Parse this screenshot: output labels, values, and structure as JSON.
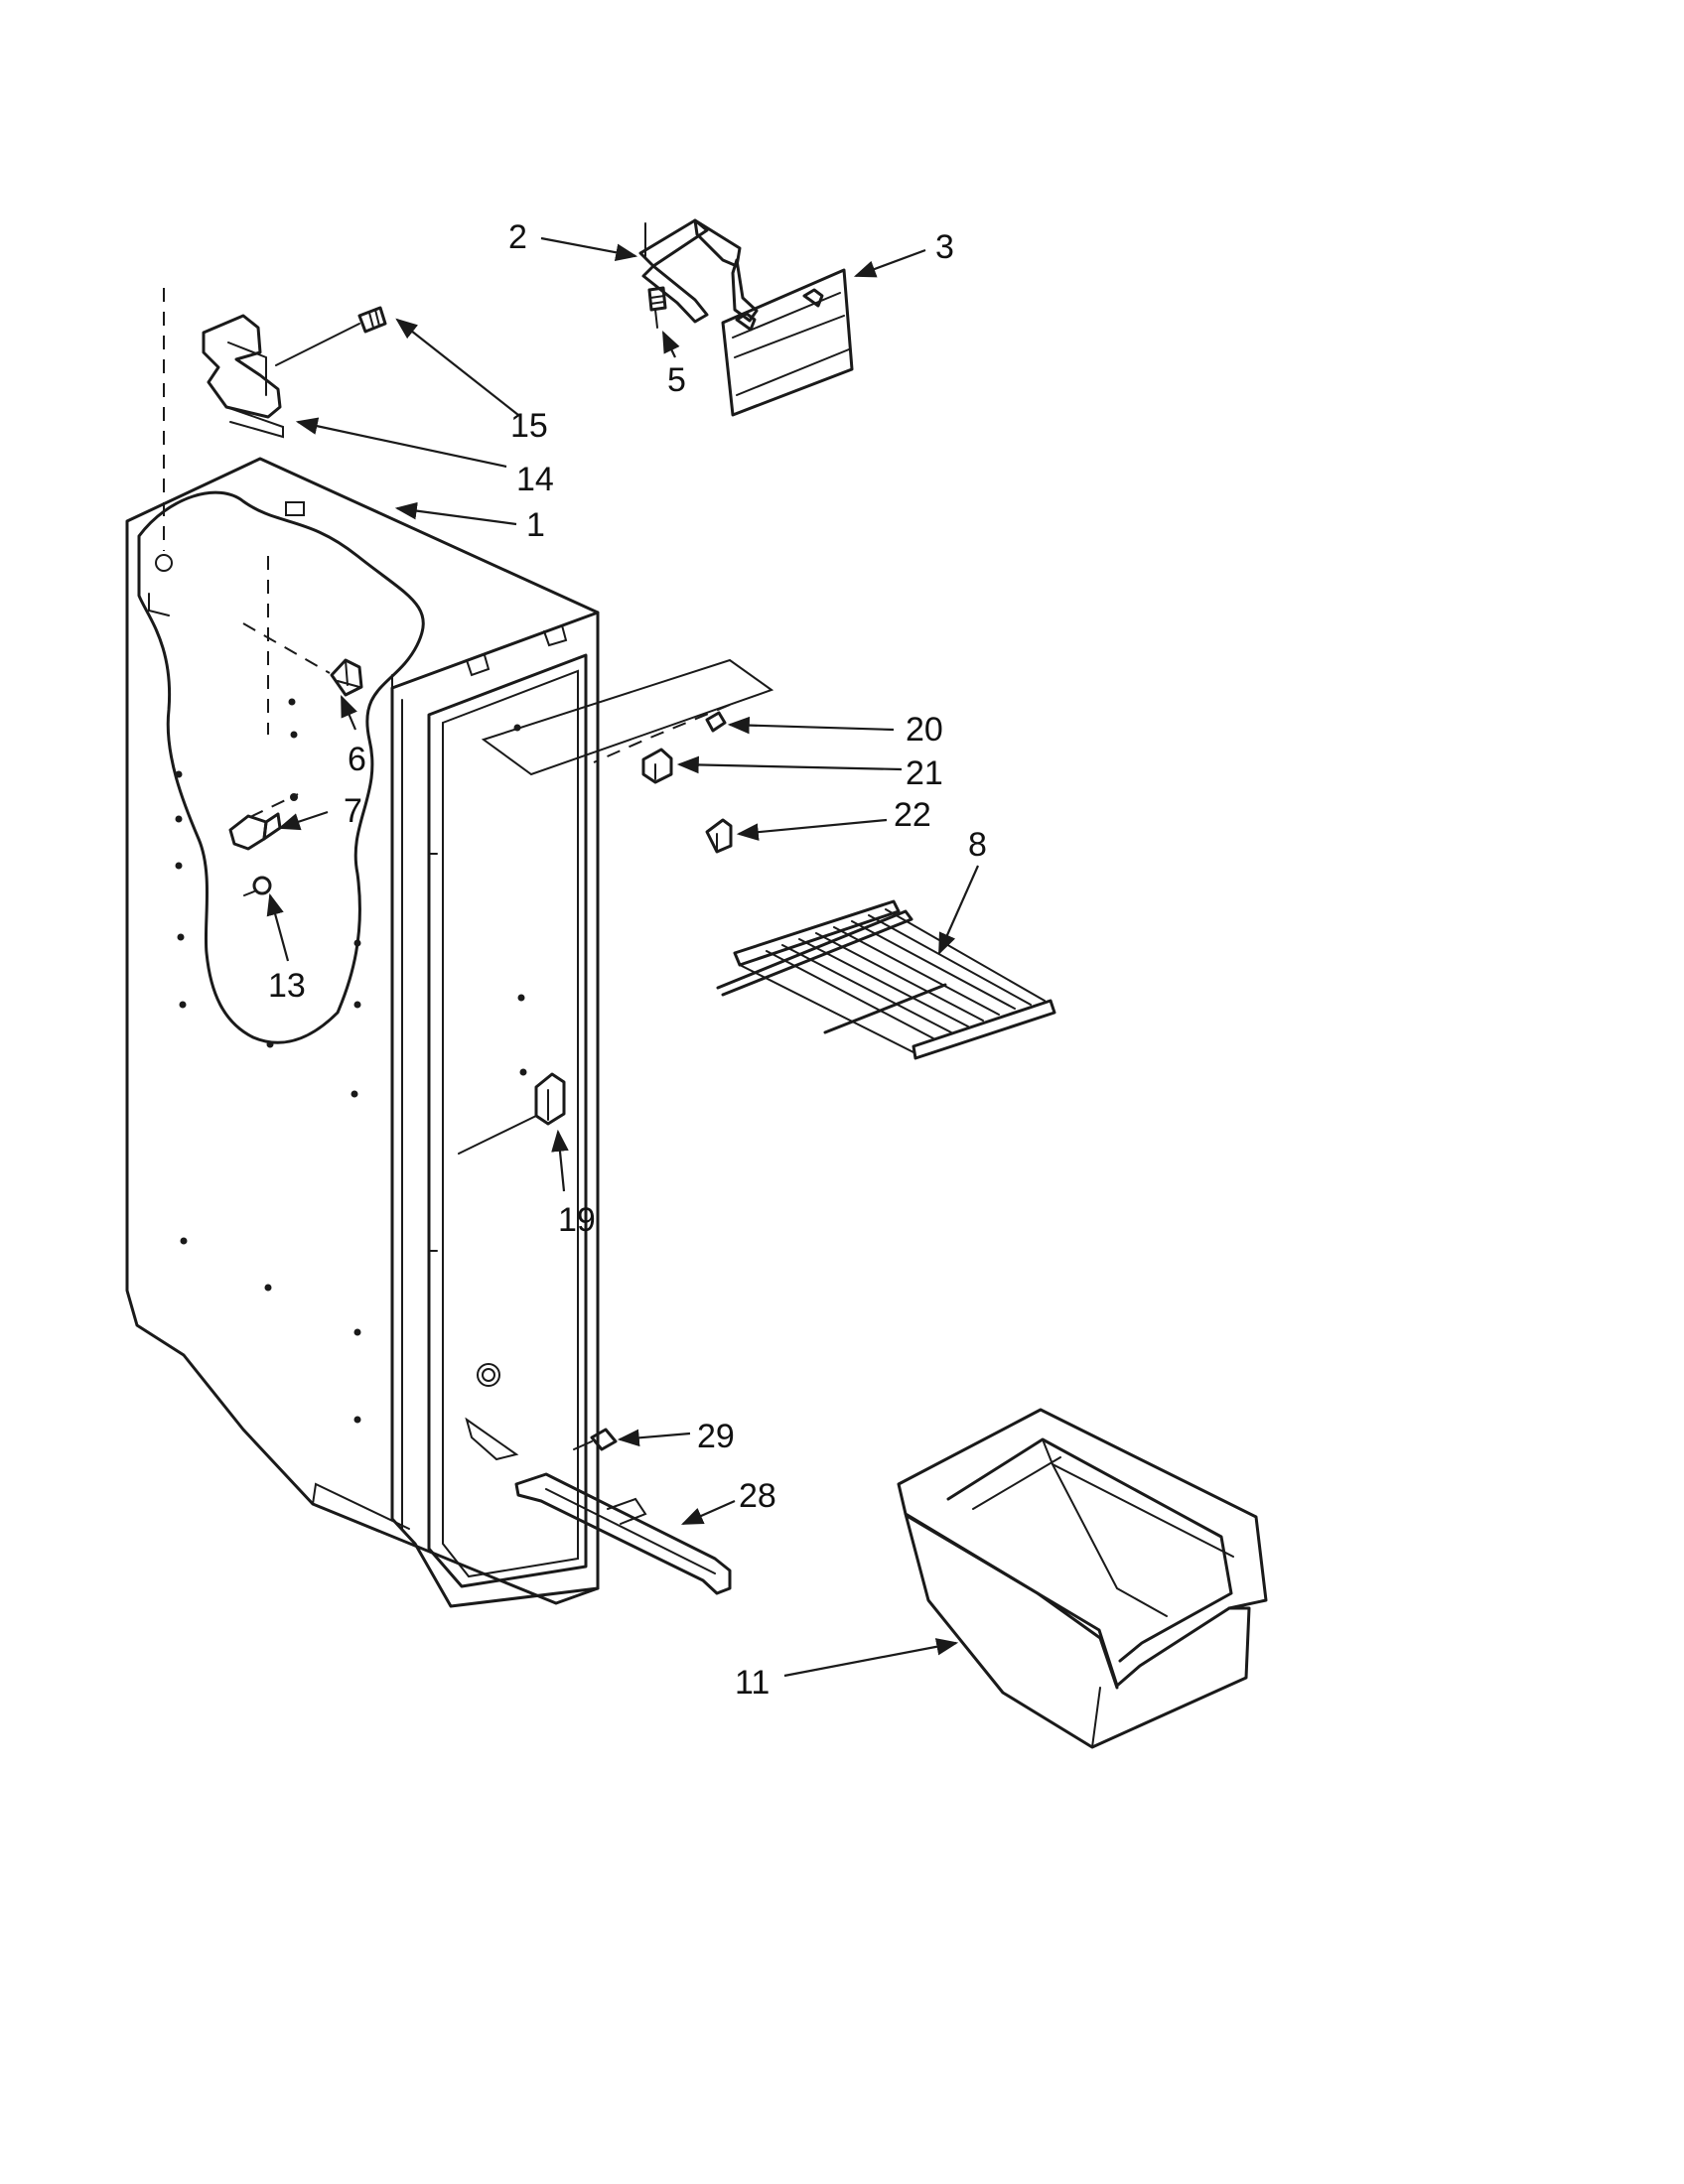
{
  "callouts": {
    "c1": "1",
    "c2": "2",
    "c3": "3",
    "c5": "5",
    "c6": "6",
    "c7": "7",
    "c8": "8",
    "c11": "11",
    "c13": "13",
    "c14": "14",
    "c15": "15",
    "c19": "19",
    "c20": "20",
    "c21": "21",
    "c22": "22",
    "c28": "28",
    "c29": "29"
  },
  "colors": {
    "line": "#1a1a1a",
    "background": "#ffffff"
  }
}
